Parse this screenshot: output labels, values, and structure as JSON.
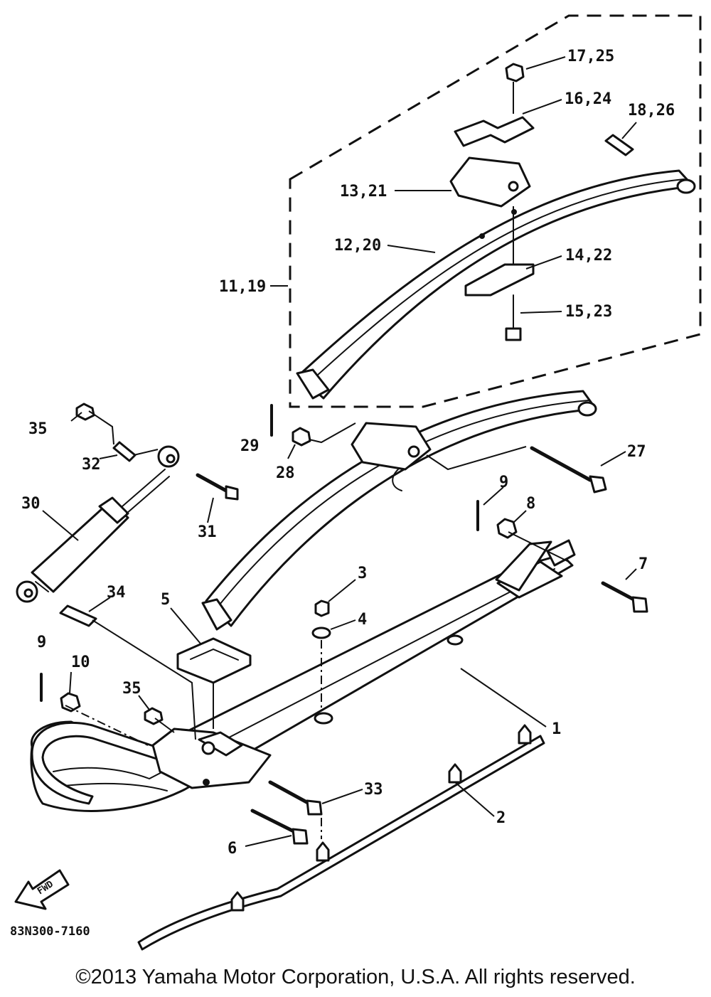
{
  "callouts": {
    "c1": "1",
    "c2": "2",
    "c3": "3",
    "c4": "4",
    "c5": "5",
    "c6": "6",
    "c7": "7",
    "c8": "8",
    "c9a": "9",
    "c9b": "9",
    "c10": "10",
    "c11_19": "11,19",
    "c12_20": "12,20",
    "c13_21": "13,21",
    "c14_22": "14,22",
    "c15_23": "15,23",
    "c16_24": "16,24",
    "c17_25": "17,25",
    "c18_26": "18,26",
    "c27": "27",
    "c28": "28",
    "c29": "29",
    "c30": "30",
    "c31": "31",
    "c32": "32",
    "c33": "33",
    "c34": "34",
    "c35a": "35",
    "c35b": "35"
  },
  "fwd_label": "FWD",
  "drawing_code": "83N300-7160",
  "copyright": "©2013 Yamaha Motor Corporation, U.S.A. All rights reserved."
}
